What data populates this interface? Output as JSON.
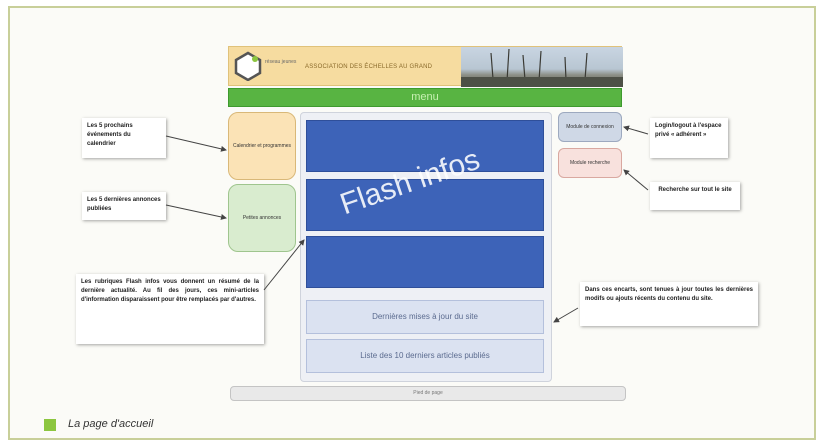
{
  "header": {
    "logo_text": "réseau jeunes",
    "title": "ASSOCIATION DES ÉCHELLES AU GRAND",
    "menu_label": "menu"
  },
  "left_boxes": [
    {
      "label": "Calendrier et programmes"
    },
    {
      "label": "Petites annonces"
    }
  ],
  "center": {
    "watermark": "Flash infos",
    "updates_label": "Dernières mises à jour du site",
    "articles_label": "Liste des 10 derniers articles publiés"
  },
  "right_modules": [
    {
      "label": "Module de connexion"
    },
    {
      "label": "Module recherche"
    }
  ],
  "notes": {
    "calendar": "Les 5 prochains événements du calendrier",
    "ads": "Les 5 dernières annonces publiées",
    "flash": "Les rubriques Flash infos vous donnent un résumé de la dernière actualité. Au fil des jours, ces mini-articles d'information disparaissent pour être remplacés par d'autres.",
    "login": "Login/logout à l'espace privé « adhérent »",
    "search": "Recherche sur tout le site",
    "updates": "Dans ces encarts, sont tenues à jour toutes les dernières modifs ou ajouts récents du contenu du site."
  },
  "footer": "Pied de page",
  "caption": "La page d'accueil",
  "colors": {
    "menu_green": "#58b442",
    "flash_blue": "#3d63b8",
    "caption_square": "#8cc63f"
  }
}
